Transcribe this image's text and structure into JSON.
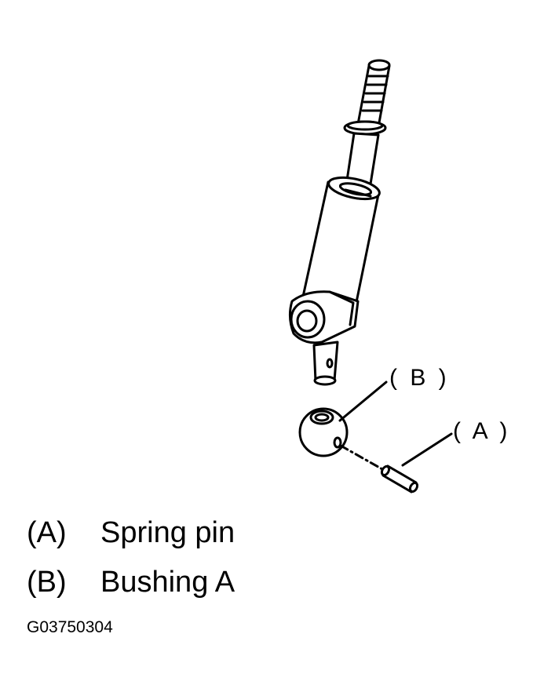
{
  "callouts": {
    "b": "( B )",
    "a": "( A )"
  },
  "legend": [
    {
      "key": "(A)",
      "text": "Spring pin"
    },
    {
      "key": "(B)",
      "text": "Bushing A"
    }
  ],
  "figure_code": "G03750304",
  "colors": {
    "line": "#000000",
    "background": "#ffffff"
  }
}
